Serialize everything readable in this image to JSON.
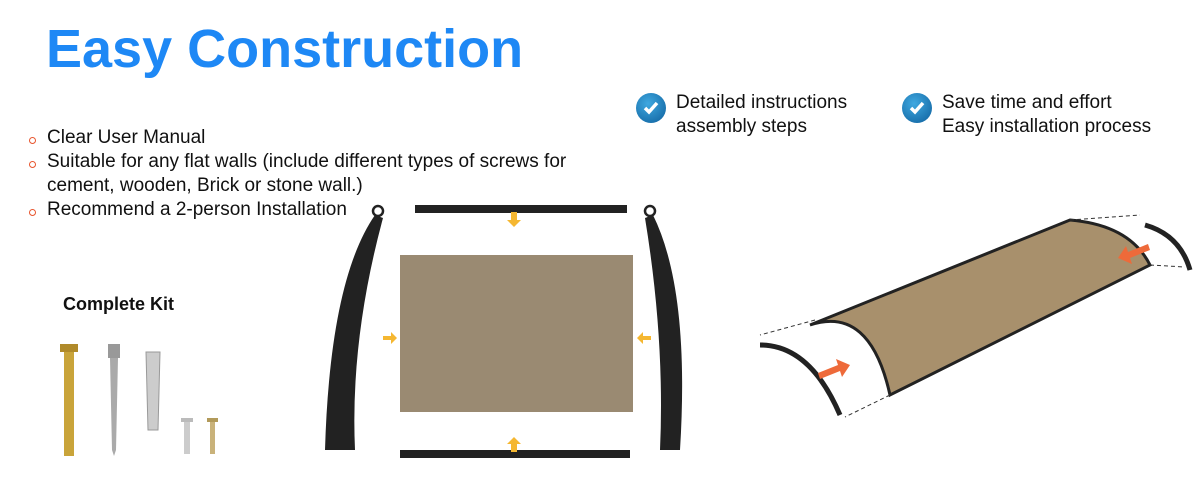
{
  "title": "Easy Construction",
  "bullets": [
    "Clear User Manual",
    "Suitable for any flat walls (include different types of screws for cement, wooden, Brick or stone wall.)",
    "Recommend a 2-person Installation"
  ],
  "features": [
    {
      "icon": "check-circle-icon",
      "line1": "Detailed instructions",
      "line2": "assembly steps"
    },
    {
      "icon": "check-circle-icon",
      "line1": "Save time and effort",
      "line2": "Easy installation process"
    }
  ],
  "kit_label": "Complete Kit",
  "colors": {
    "title": "#1e88f5",
    "bullet": "#e8552e",
    "panel": "#9a8a72",
    "arrow_yellow": "#f5b731",
    "arrow_orange": "#ee6a3a"
  }
}
